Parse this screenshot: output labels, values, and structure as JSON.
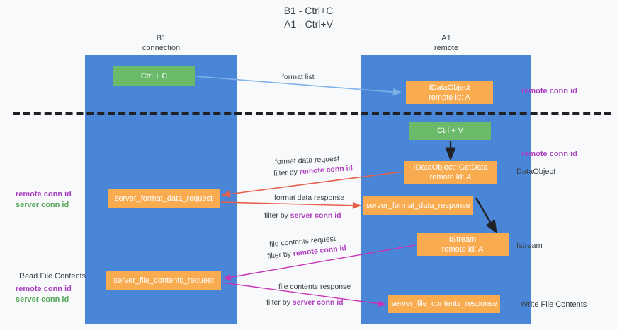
{
  "title": {
    "line1": "B1 - Ctrl+C",
    "line2": "A1 - Ctrl+V"
  },
  "columns": {
    "left": {
      "name": "B1",
      "role": "connection"
    },
    "right": {
      "name": "A1",
      "role": "remote"
    }
  },
  "nodes": {
    "ctrl_c": {
      "label": "Ctrl + C",
      "color": "#6aba6a"
    },
    "dataobject_remote": {
      "line1": "IDataObject",
      "line2": "remote id: A",
      "color": "#f9ab50"
    },
    "ctrl_v": {
      "label": "Ctrl + V",
      "color": "#6aba6a"
    },
    "getdata": {
      "line1": "IDataObject::GetData",
      "line2": "remote id: A",
      "color": "#f9ab50"
    },
    "server_format_data_request": {
      "label": "server_format_data_request",
      "color": "#f9ab50"
    },
    "server_format_data_response": {
      "label": "server_format_data_response",
      "color": "#f9ab50"
    },
    "istream": {
      "line1": "IStream",
      "line2": "remote id: A",
      "color": "#f9ab50"
    },
    "server_file_contents_request": {
      "label": "server_file_contents_request",
      "color": "#f9ab50"
    },
    "server_file_contents_response": {
      "label": "server_file_contents_response",
      "color": "#f9ab50"
    }
  },
  "edges": {
    "format_list": "format list",
    "format_data_request": "format data request",
    "format_data_request_filter_prefix": "filter by ",
    "format_data_request_filter_key": "remote conn id",
    "format_data_response": "format data response",
    "format_data_response_filter_prefix": "filter by ",
    "format_data_response_filter_key": "server conn id",
    "file_contents_request": "file contents request",
    "file_contents_request_filter_prefix": "filter by ",
    "file_contents_request_filter_key": "remote conn id",
    "file_contents_response": "file contents response",
    "file_contents_response_filter_prefix": "filter by ",
    "file_contents_response_filter_key": "server conn id"
  },
  "annotations": {
    "right_remote_conn_id_top": "remote conn id",
    "right_remote_conn_id_mid": "remote conn id",
    "right_dataobject": "DataObject",
    "right_istream": "Istream",
    "right_write_file_contents": "Write File Contents",
    "left_remote_conn_id_mid": "remote conn id",
    "left_server_conn_id_mid": "server conn id",
    "left_read_file_contents": "Read File Contents",
    "left_remote_conn_id_bottom": "remote conn id",
    "left_server_conn_id_bottom": "server conn id"
  },
  "colors": {
    "lane": "#4a86d8",
    "green_node": "#6aba6a",
    "orange_node": "#f9ab50",
    "purple_text": "#a83fbf",
    "green_text": "#58a85a",
    "blue_arrow": "#7eb3e8",
    "red_arrow": "#e8604c",
    "magenta_arrow": "#c832b4",
    "black_arrow": "#202124",
    "background": "#f8f9fa"
  }
}
